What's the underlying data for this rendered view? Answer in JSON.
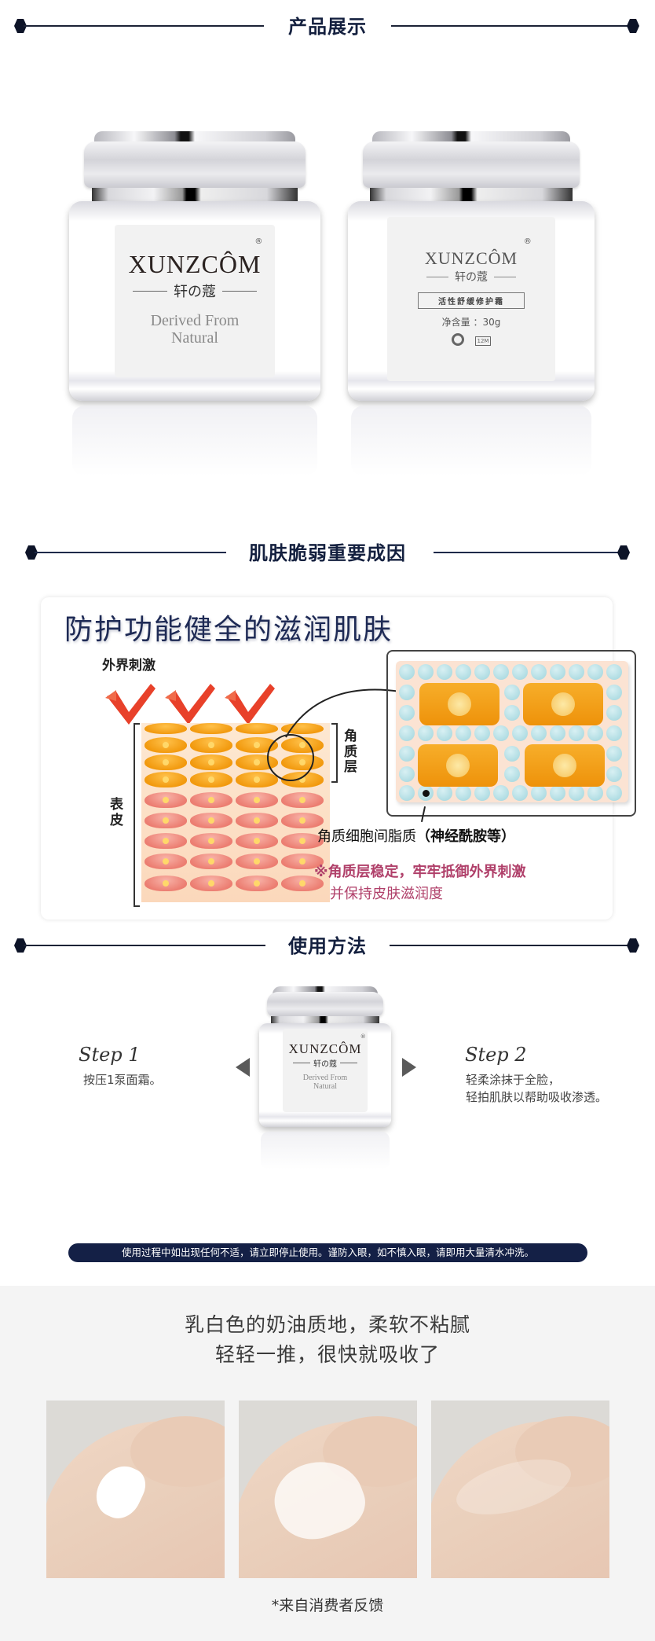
{
  "sections": {
    "product": {
      "title": "产品展示"
    },
    "cause": {
      "title": "肌肤脆弱重要成因"
    },
    "usage": {
      "title": "使用方法"
    }
  },
  "jar_left": {
    "brand": "XUNZCÔM",
    "registered": "®",
    "sub_brand": "轩の蔻",
    "tagline_1": "Derived From",
    "tagline_2": "Natural"
  },
  "jar_right": {
    "brand": "XUNZCÔM",
    "registered": "®",
    "sub_brand": "轩の蔻",
    "product_name": "活性舒缓修护霜",
    "net_content": "净含量 ：30g",
    "icons": [
      "recycle-icon",
      "pao-12m-icon"
    ],
    "pao_label": "12M"
  },
  "diagram": {
    "title": "防护功能健全的滋润肌肤",
    "stimulus_label": "外界刺激",
    "stratum_label": "角质层",
    "epidermis_label": "表皮",
    "lipid_label": "角质细胞间脂质",
    "lipid_label_bold": "（神经酰胺等）",
    "note_line1": "※角质层稳定，牢牢抵御外界刺激",
    "note_line2": "并保持皮肤滋润度",
    "colors": {
      "title": "#1e2a55",
      "note": "#b0406a",
      "corneocyte": "#f29a0f",
      "lower_cell": "#ec7e72",
      "lipid": "#9fd4dc"
    }
  },
  "usage": {
    "step1": {
      "title": "Step  1",
      "text": "按压1泵面霜。"
    },
    "step2": {
      "title": "Step  2",
      "text_line1": "轻柔涂抹于全脸，",
      "text_line2": "轻拍肌肤以帮助吸收渗透。"
    },
    "jar": {
      "brand": "XUNZCÔM",
      "registered": "®",
      "sub_brand": "轩の蔻",
      "tagline_1": "Derived From",
      "tagline_2": "Natural"
    },
    "warning": "使用过程中如出现任何不适，请立即停止使用。谨防入眼，如不慎入眼，请即用大量清水冲洗。"
  },
  "texture": {
    "line1": "乳白色的奶油质地，柔软不粘腻",
    "line2": "轻轻一推，很快就吸收了",
    "photos": [
      "cream-dab-photo",
      "cream-spread-photo",
      "cream-absorbed-photo"
    ],
    "feedback": "*来自消费者反馈"
  }
}
